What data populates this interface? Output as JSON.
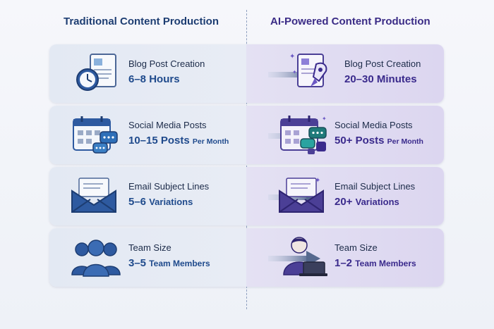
{
  "headers": {
    "traditional": "Traditional Content Production",
    "ai": "AI-Powered Content Production"
  },
  "rows": [
    {
      "left_label": "Blog Post Creation",
      "left_value": "6–8 Hours",
      "right_label": "Blog Post Creation",
      "right_value": "20–30 Minutes",
      "left_icon": "document-clock-icon",
      "right_icon": "document-rocket-icon"
    },
    {
      "left_label": "Social Media Posts",
      "left_value": "10–15 Posts",
      "left_unit": "Per Month",
      "right_label": "Social Media Posts",
      "right_value": "50+ Posts",
      "right_unit": "Per Month",
      "left_icon": "calendar-chat-icon",
      "right_icon": "calendar-chat-icon"
    },
    {
      "left_label": "Email Subject Lines",
      "left_value": "5–6",
      "left_unit": "Variations",
      "right_label": "Email Subject Lines",
      "right_value": "20+",
      "right_unit": "Variations",
      "left_icon": "envelope-icon",
      "right_icon": "envelope-sparkle-icon"
    },
    {
      "left_label": "Team Size",
      "left_value": "3–5",
      "left_unit": "Team Members",
      "right_label": "Team Size",
      "right_value": "1–2",
      "right_unit": "Team Members",
      "left_icon": "team-icon",
      "right_icon": "person-laptop-icon"
    }
  ],
  "colors": {
    "traditional_accent": "#1f4a8c",
    "ai_accent": "#3a2a8c",
    "arrow": "#5f7197"
  }
}
